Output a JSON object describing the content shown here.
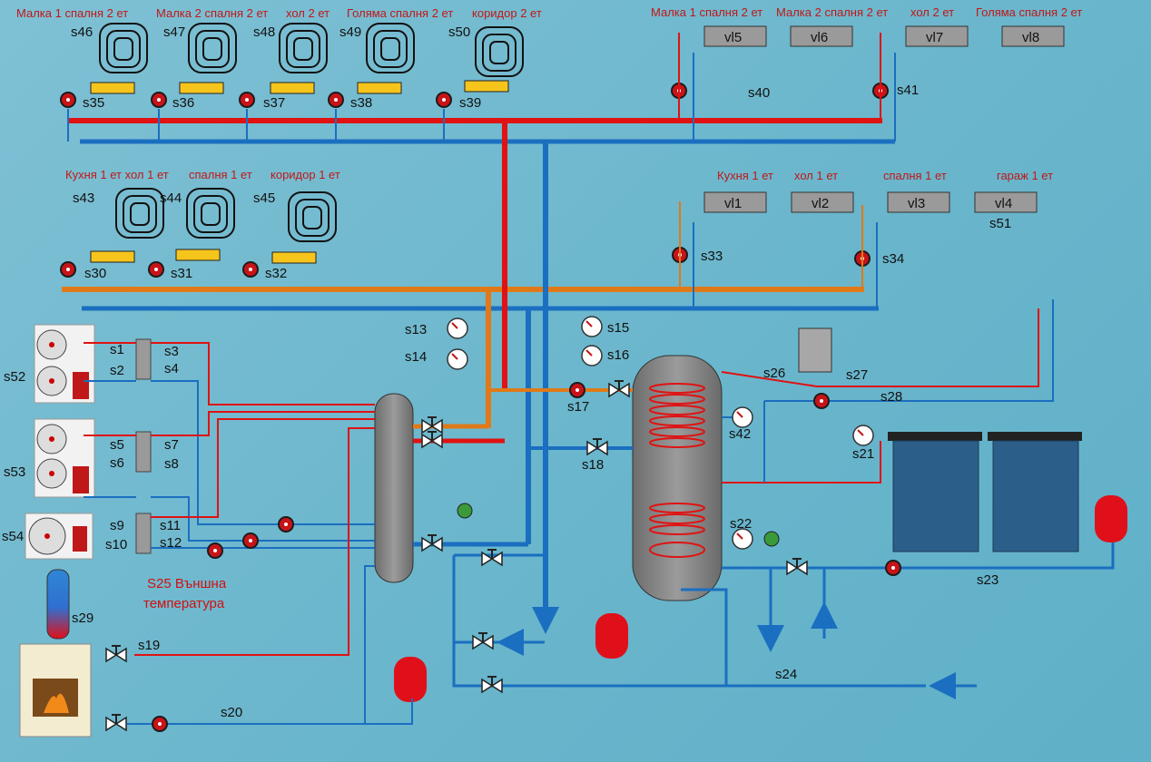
{
  "colors": {
    "hot_pipe": "#e01212",
    "cold_pipe": "#1a6fc0",
    "warm_pipe": "#e07a18",
    "background": "#6ab6cc",
    "label_room": "#c01818"
  },
  "rooms_2nd_floor_heating": [
    "Малка 1 спалня 2 ет",
    "Малка 2 спалня 2 ет",
    "хол 2 ет",
    "Голяма спалня 2 ет",
    "коридор 2 ет"
  ],
  "rooms_2nd_floor_fancoil": [
    "Малка 1 спалня 2 ет",
    "Малка 2 спалня 2 ет",
    "хол 2 ет",
    "Голяма спалня 2 ет"
  ],
  "rooms_1st_floor_heating": [
    "Кухня 1 ет хол 1 ет",
    "спалня 1 ет",
    "коридор 1 ет"
  ],
  "rooms_1st_floor_fancoil": [
    "Кухня 1 ет",
    "хол 1 ет",
    "спалня 1 ет",
    "гараж 1 ет"
  ],
  "sensors": {
    "s1": "s1",
    "s2": "s2",
    "s3": "s3",
    "s4": "s4",
    "s5": "s5",
    "s6": "s6",
    "s7": "s7",
    "s8": "s8",
    "s9": "s9",
    "s10": "s10",
    "s11": "s11",
    "s12": "s12",
    "s13": "s13",
    "s14": "s14",
    "s15": "s15",
    "s16": "s16",
    "s17": "s17",
    "s18": "s18",
    "s19": "s19",
    "s20": "s20",
    "s21": "s21",
    "s22": "s22",
    "s23": "s23",
    "s24": "s24",
    "s26": "s26",
    "s27": "s27",
    "s28": "s28",
    "s29": "s29",
    "s30": "s30",
    "s31": "s31",
    "s32": "s32",
    "s33": "s33",
    "s34": "s34",
    "s35": "s35",
    "s36": "s36",
    "s37": "s37",
    "s38": "s38",
    "s39": "s39",
    "s40": "s40",
    "s41": "s41",
    "s42": "s42",
    "s43": "s43",
    "s44": "s44",
    "s45": "s45",
    "s46": "s46",
    "s47": "s47",
    "s48": "s48",
    "s49": "s49",
    "s50": "s50",
    "s51": "s51",
    "s52": "s52",
    "s53": "s53",
    "s54": "s54"
  },
  "fancoils": {
    "vl1": "vl1",
    "vl2": "vl2",
    "vl3": "vl3",
    "vl4": "vl4",
    "vl5": "vl5",
    "vl6": "vl6",
    "vl7": "vl7",
    "vl8": "vl8"
  },
  "outdoor_temp_line1": "S25 Външна",
  "outdoor_temp_line2": "температура"
}
